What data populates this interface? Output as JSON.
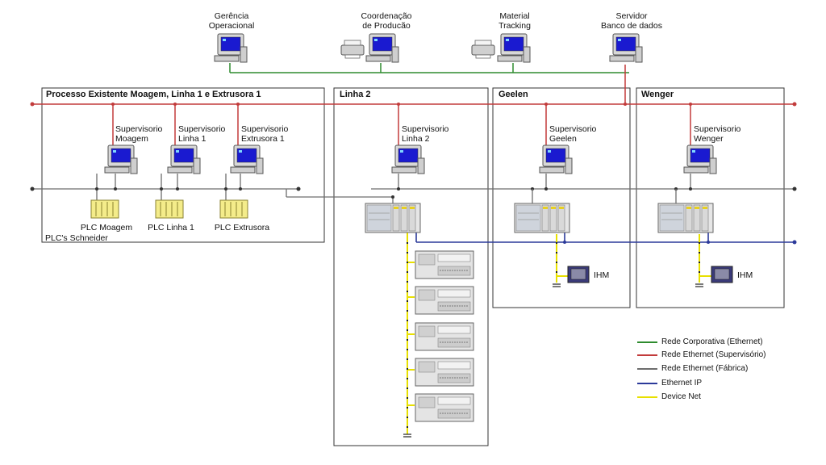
{
  "top_stations": [
    {
      "label": "Gerência\nOperacional"
    },
    {
      "label": "Coordenação\nde Producão"
    },
    {
      "label": "Material\nTracking"
    },
    {
      "label": "Servidor\nBanco de dados"
    }
  ],
  "areas": [
    {
      "title": "Processo Existente Moagem, Linha 1 e Extrusora 1"
    },
    {
      "title": "Linha 2"
    },
    {
      "title": "Geelen"
    },
    {
      "title": "Wenger"
    }
  ],
  "supervisors": [
    {
      "label": "Supervisorio\nMoagem"
    },
    {
      "label": "Supervisorio\nLinha 1"
    },
    {
      "label": "Supervisorio\nExtrusora 1"
    },
    {
      "label": "Supervisorio\nLinha 2"
    },
    {
      "label": "Supervisorio\nGeelen"
    },
    {
      "label": "Supervisorio\nWenger"
    }
  ],
  "plcs": [
    {
      "label": "PLC Moagem"
    },
    {
      "label": "PLC Linha 1"
    },
    {
      "label": "PLC Extrusora"
    }
  ],
  "plc_group_label": "PLC's Schneider",
  "hmi_label": "IHM",
  "legend": [
    {
      "label": "Rede Corporativa (Ethernet)",
      "color": "#2e8b2e"
    },
    {
      "label": "Rede Ethernet (Supervisório)",
      "color": "#c23b3b"
    },
    {
      "label": "Rede Ethernet (Fábrica)",
      "color": "#6d6d6d"
    },
    {
      "label": "Ethernet IP",
      "color": "#2c3a9a"
    },
    {
      "label": "Device Net",
      "color": "#e8e000"
    }
  ]
}
